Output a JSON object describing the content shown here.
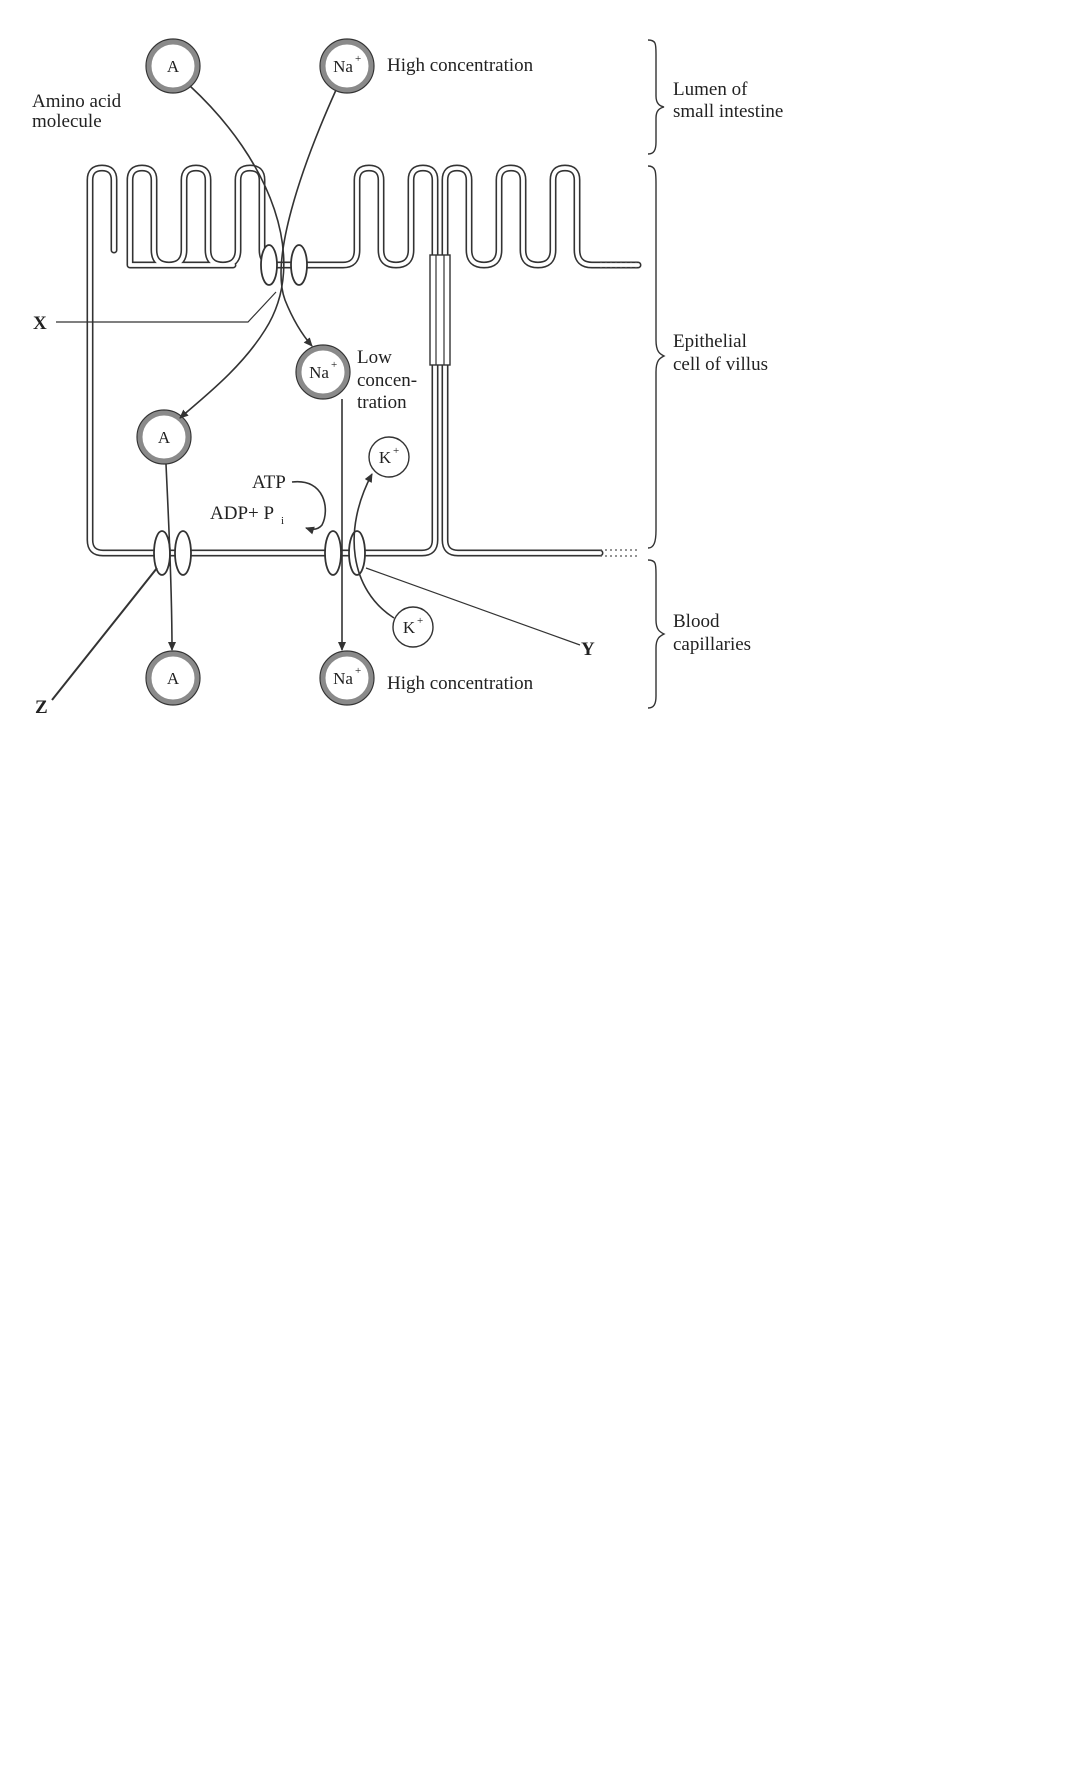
{
  "labels": {
    "lumen_na_high": "High concentration",
    "amino_line1": "Amino acid",
    "amino_line2": "molecule",
    "low_line1": "Low",
    "low_line2": "concen-",
    "low_line3": "tration",
    "atp": "ATP",
    "adp": "ADP+ P",
    "adp_sub": "i",
    "blood_na_high": "High concentration"
  },
  "molecules": {
    "amino_acid": "A",
    "sodium": "Na",
    "sodium_charge": "+",
    "potassium": "K",
    "potassium_charge": "+"
  },
  "pointers": {
    "x": "X",
    "y": "Y",
    "z": "Z"
  },
  "regions": {
    "lumen_line1": "Lumen of",
    "lumen_line2": "small intestine",
    "epithelial_line1": "Epithelial",
    "epithelial_line2": "cell of villus",
    "blood_line1": "Blood",
    "blood_line2": "capillaries"
  }
}
